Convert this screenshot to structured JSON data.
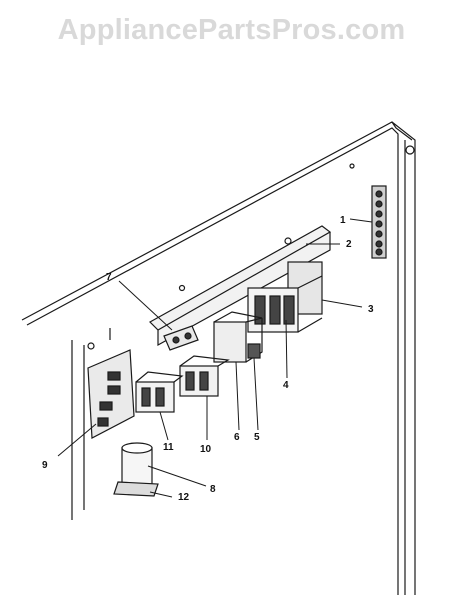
{
  "watermark": "AppliancePartsPros.com",
  "callouts": [
    "1",
    "2",
    "3",
    "4",
    "5",
    "6",
    "7",
    "8",
    "9",
    "10",
    "11",
    "12"
  ]
}
